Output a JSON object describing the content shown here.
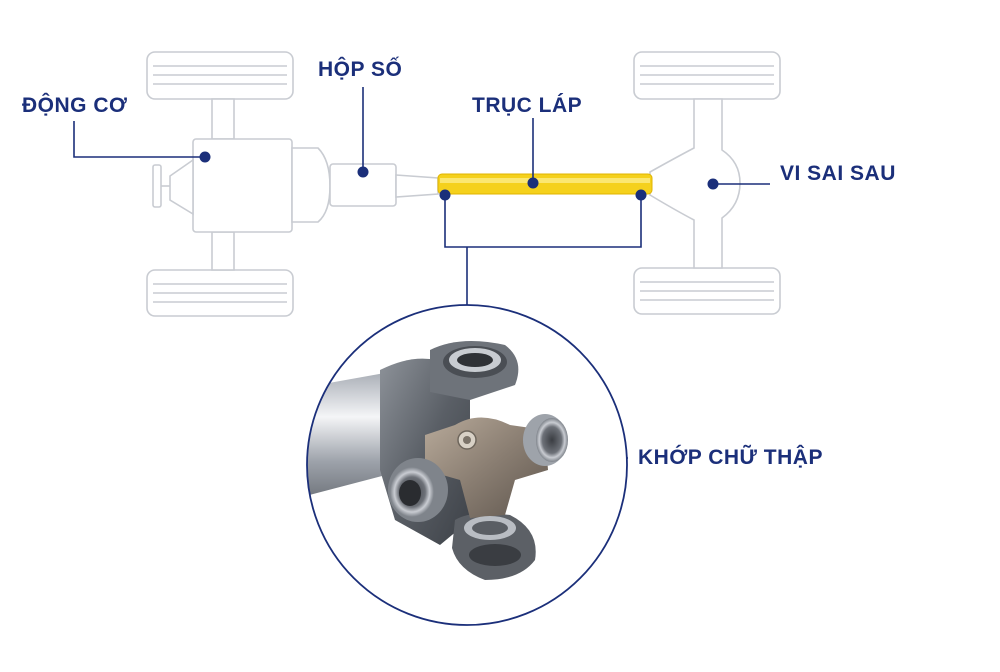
{
  "colors": {
    "label": "#1b2f7a",
    "leader": "#1b2f7a",
    "outline": "#c9ccd2",
    "shaft": "#f5d11c",
    "background": "#ffffff"
  },
  "labels": {
    "engine": "ĐỘNG CƠ",
    "gearbox": "HỘP SỐ",
    "driveshaft": "TRỤC LÁP",
    "rear_differential": "VI SAI SAU",
    "universal_joint": "KHỚP CHỮ THẬP"
  },
  "icons": {
    "detail_view": "universal-joint-icon"
  }
}
